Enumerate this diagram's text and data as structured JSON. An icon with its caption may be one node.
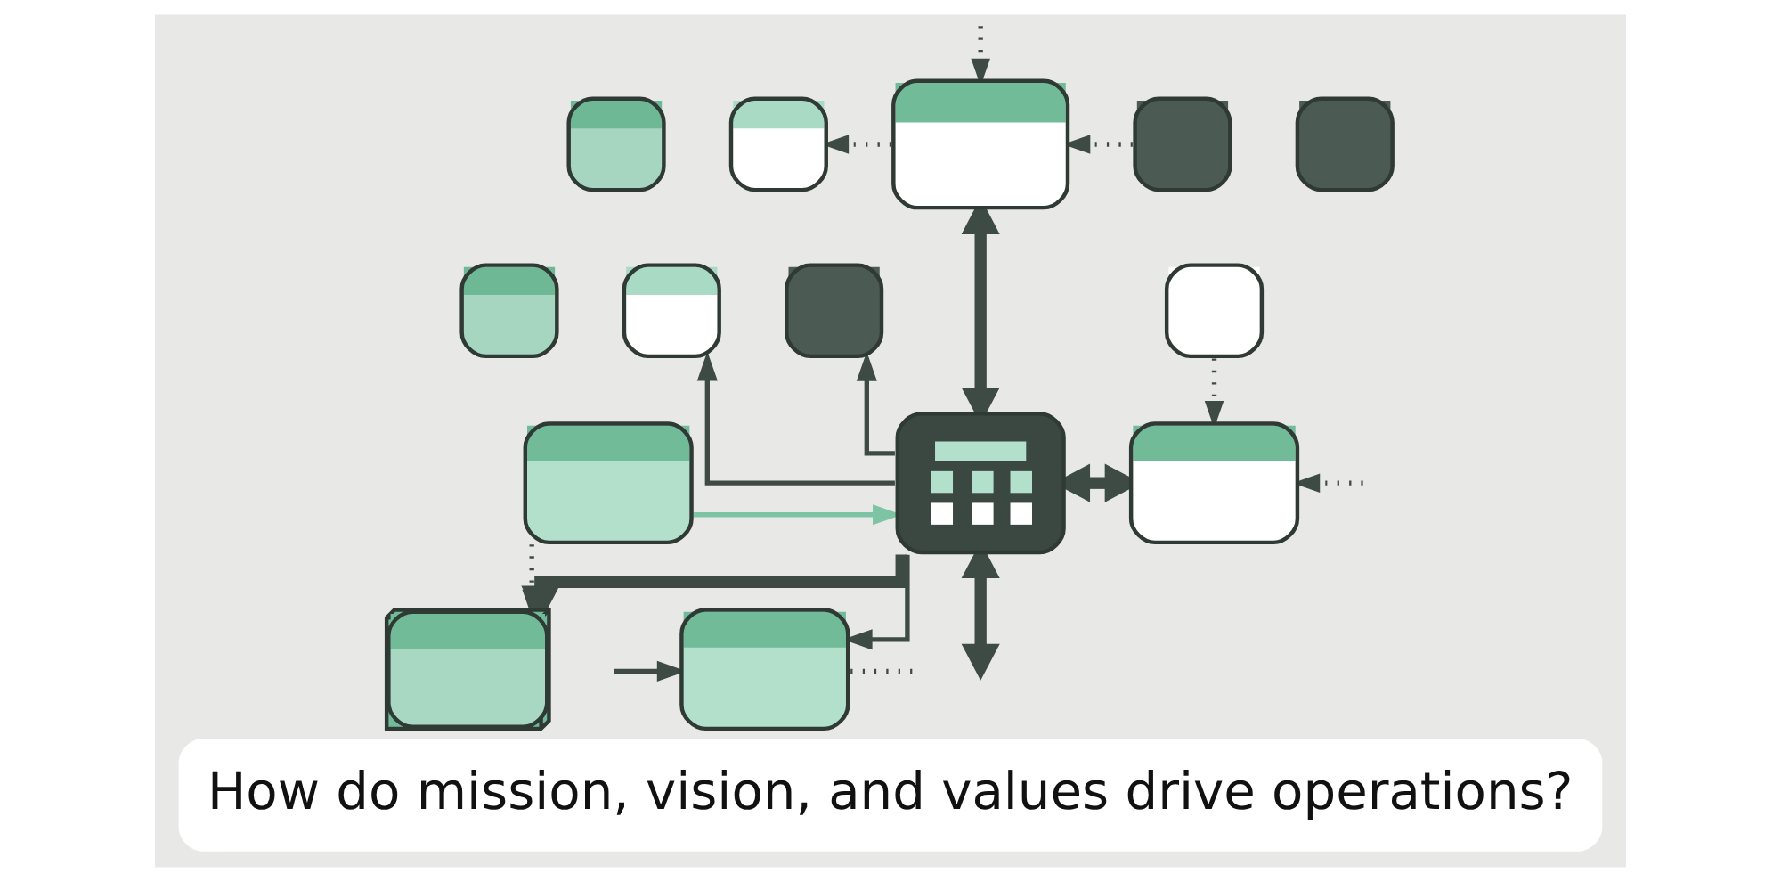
{
  "diagram": {
    "caption": "How do mission, vision, and values drive operations?",
    "nodes": [
      {
        "text": [],
        "shape": "box"
      },
      {
        "text": [],
        "shape": "box"
      },
      {
        "text": [],
        "shape": "box"
      },
      {
        "text": [],
        "shape": "box"
      },
      {
        "text": [],
        "shape": "box"
      },
      {
        "text": [],
        "shape": "box"
      },
      {
        "text": [],
        "shape": "box"
      },
      {
        "text": [],
        "shape": "box"
      },
      {
        "text": [],
        "shape": "box"
      },
      {
        "text": [],
        "shape": "box"
      },
      {
        "text": [],
        "shape": "box"
      },
      {
        "text": [],
        "shape": "box"
      },
      {
        "text": [],
        "shape": "box"
      },
      {
        "text": [],
        "shape": "box"
      }
    ],
    "edges": [
      {
        "from": null,
        "to": 2,
        "arrow": "to",
        "style": "dashed"
      },
      {
        "from": 2,
        "to": 1,
        "arrow": "to",
        "style": "dashed"
      },
      {
        "from": 3,
        "to": 2,
        "arrow": "to",
        "style": "dashed"
      },
      {
        "from": 2,
        "to": 10,
        "arrow": "both",
        "style": "thick"
      },
      {
        "from": 10,
        "to": 6,
        "arrow": "to"
      },
      {
        "from": 10,
        "to": 7,
        "arrow": "to"
      },
      {
        "from": 8,
        "to": 11,
        "arrow": "to",
        "style": "dashed"
      },
      {
        "from": 9,
        "to": 10,
        "arrow": "to",
        "color": "#7cc4a3"
      },
      {
        "from": 10,
        "to": 11,
        "arrow": "both",
        "style": "thick"
      },
      {
        "from": null,
        "to": 11,
        "arrow": "to",
        "style": "dashed"
      },
      {
        "from": 9,
        "to": 12,
        "arrow": "to",
        "style": "dashed"
      },
      {
        "from": 10,
        "to": 12,
        "arrow": "to",
        "style": "thick"
      },
      {
        "from": 10,
        "to": null,
        "arrow": "both",
        "style": "thick"
      },
      {
        "from": 10,
        "to": 13,
        "arrow": "to"
      },
      {
        "from": 13,
        "to": null,
        "arrow": "none",
        "style": "dashed"
      },
      {
        "from": null,
        "to": 13,
        "arrow": "to"
      }
    ]
  }
}
